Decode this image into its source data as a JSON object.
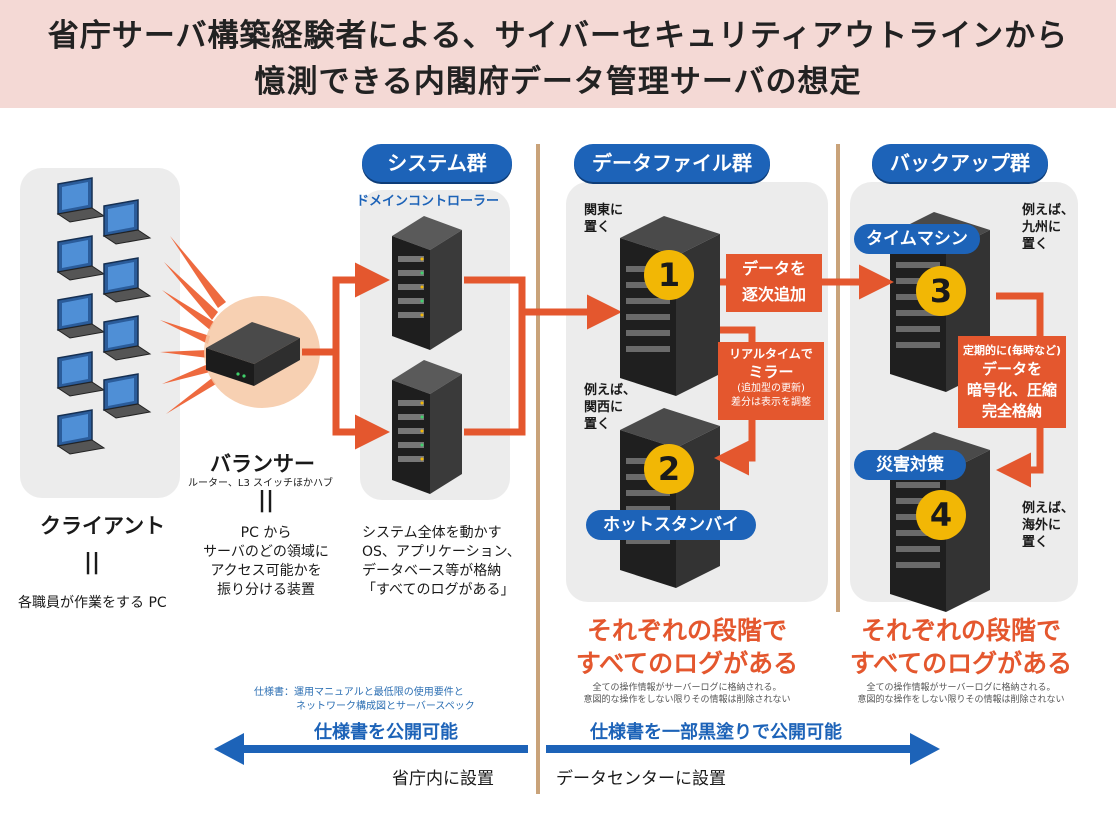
{
  "header": {
    "title_line1": "省庁サーバ構築経験者による、サイバーセキュリティアウトラインから",
    "title_line2": "憶測できる内閣府データ管理サーバの想定"
  },
  "sections": {
    "system": "システム群",
    "datafile": "データファイル群",
    "backup": "バックアップ群"
  },
  "system_group": {
    "domain_controller": "ドメインコントローラー",
    "desc_line1": "システム全体を動かす",
    "desc_line2": "OS、アプリケーション、",
    "desc_line3": "データベース等が格納",
    "desc_line4": "「すべてのログがある」"
  },
  "client": {
    "label": "クライアント",
    "eq": "||",
    "desc": "各職員が作業をする PC"
  },
  "balancer": {
    "label": "バランサー",
    "sub": "ルーター、L3 スイッチほかハブ",
    "eq": "||",
    "desc_line1": "PC から",
    "desc_line2": "サーバのどの領域に",
    "desc_line3": "アクセス可能かを",
    "desc_line4": "振り分ける装置"
  },
  "servers": {
    "s1": {
      "num": "1",
      "loc_line1": "関東に",
      "loc_line2": "置く"
    },
    "s2": {
      "num": "2",
      "loc_line1": "例えば、",
      "loc_line2": "関西に",
      "loc_line3": "置く",
      "label": "ホットスタンバイ"
    },
    "s3": {
      "num": "3",
      "loc_line1": "例えば、",
      "loc_line2": "九州に",
      "loc_line3": "置く",
      "label": "タイムマシン"
    },
    "s4": {
      "num": "4",
      "loc_line1": "例えば、",
      "loc_line2": "海外に",
      "loc_line3": "置く",
      "label": "災害対策"
    }
  },
  "flows": {
    "append_line1": "データを",
    "append_line2": "逐次追加",
    "mirror_line1": "リアルタイムで",
    "mirror_line2": "ミラー",
    "mirror_line3": "(追加型の更新)",
    "mirror_line4": "差分は表示を調整",
    "backup_line1": "定期的に(毎時など)",
    "backup_line2": "データを",
    "backup_line3": "暗号化、圧縮",
    "backup_line4": "完全格納"
  },
  "log_notes": {
    "big_line1": "それぞれの段階で",
    "big_line2": "すべてのログがある",
    "small_line1": "全ての操作情報がサーバーログに格納される。",
    "small_line2": "意図的な操作をしない限りその情報は削除されない"
  },
  "spec": {
    "note_line1": "仕様書：運用マニュアルと最低限の使用要件と",
    "note_line2": "ネットワーク構成図とサーバースペック",
    "left_arrow": "仕様書を公開可能",
    "right_arrow": "仕様書を一部黒塗りで公開可能",
    "left_location": "省庁内に設置",
    "right_location": "データセンターに設置"
  },
  "colors": {
    "accent_orange": "#e4572e",
    "brand_blue": "#1d63b8",
    "badge_yellow": "#f2b705",
    "header_pink": "#f4d9d5"
  }
}
